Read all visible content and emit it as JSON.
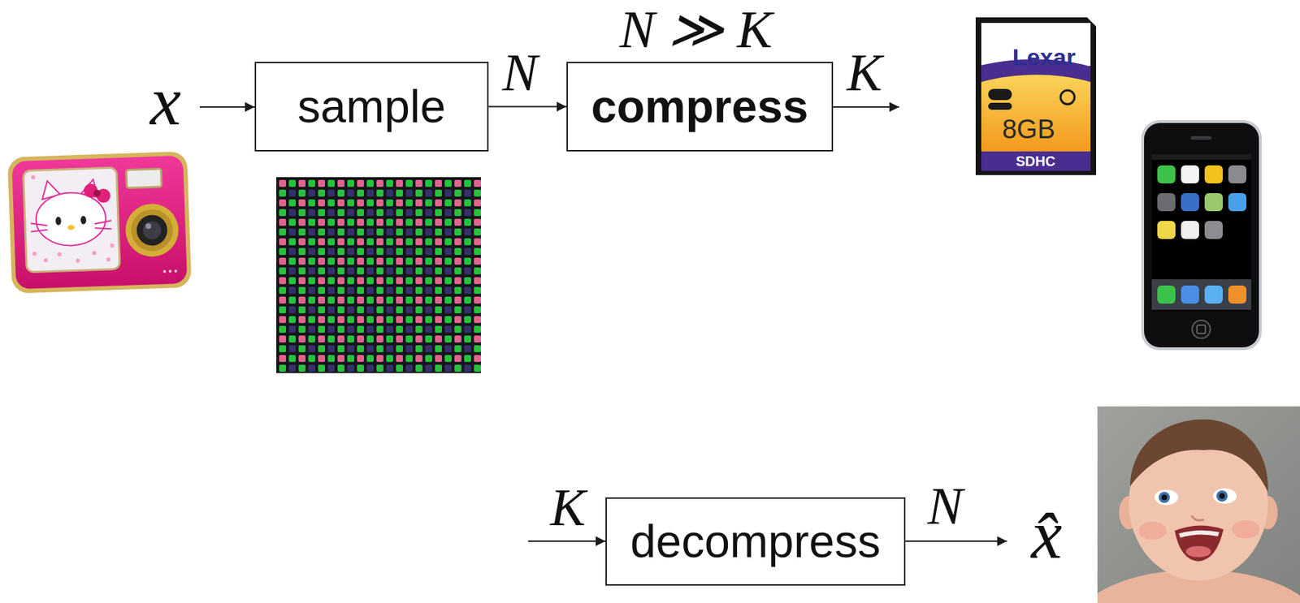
{
  "diagram": {
    "nodes": [
      {
        "text": [
          "sample"
        ]
      },
      {
        "text": [
          "compress"
        ]
      },
      {
        "text": [
          "decompress"
        ]
      }
    ],
    "edges": [
      {
        "from": 0,
        "to": 1,
        "arrow": "to",
        "label": "N"
      }
    ],
    "labels": [
      "x",
      "N ≫ K",
      "K",
      "Lexar",
      "8GB",
      "SDHC",
      "K",
      "N",
      "x̂"
    ]
  }
}
